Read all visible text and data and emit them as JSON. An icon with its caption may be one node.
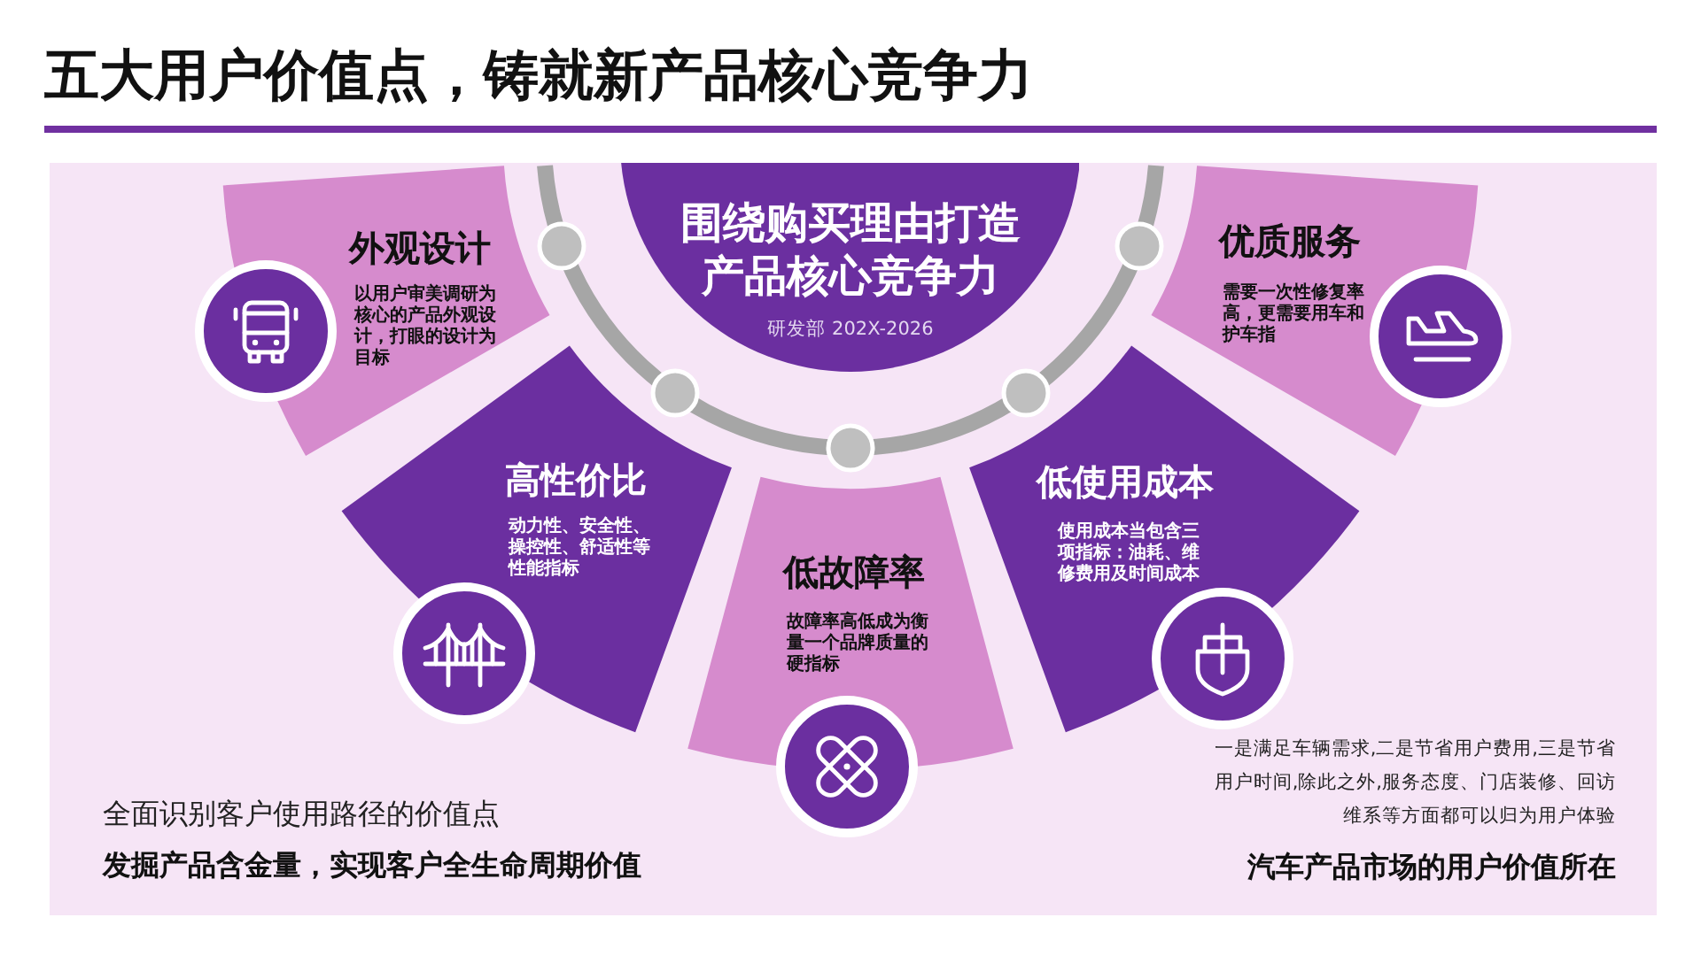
{
  "diagram": {
    "title": "五大用户价值点，铸就新产品核心竞争力",
    "nodes": [
      {
        "text": [
          "围绕购买理由打造产品核心竞争力",
          "研发部 202X-2026"
        ]
      },
      {
        "text": [
          "外观设计",
          "以用户审美调研为核心的产品外观设计，打眼的设计为目标"
        ]
      },
      {
        "text": [
          "高性价比",
          "动力性、安全性、操控性、舒适性等性能指标"
        ]
      },
      {
        "text": [
          "低故障率",
          "故障率高低成为衡量一个品牌质量的硬指标"
        ]
      },
      {
        "text": [
          "低使用成本",
          "使用成本当包含三项指标：油耗、维修费用及时间成本"
        ]
      },
      {
        "text": [
          "优质服务",
          "需要一次性修复率高，更需要用车和护车指"
        ]
      }
    ],
    "labels": [
      "全面识别客户使用路径的价值点",
      "发掘产品含金量，实现客户全生命周期价值",
      "一是满足车辆需求,二是节省用户费用,三是节省用户时间,除此之外,服务态度、门店装修、回访维系等方面都可以归为用户体验",
      "汽车产品市场的用户价值所在"
    ]
  }
}
